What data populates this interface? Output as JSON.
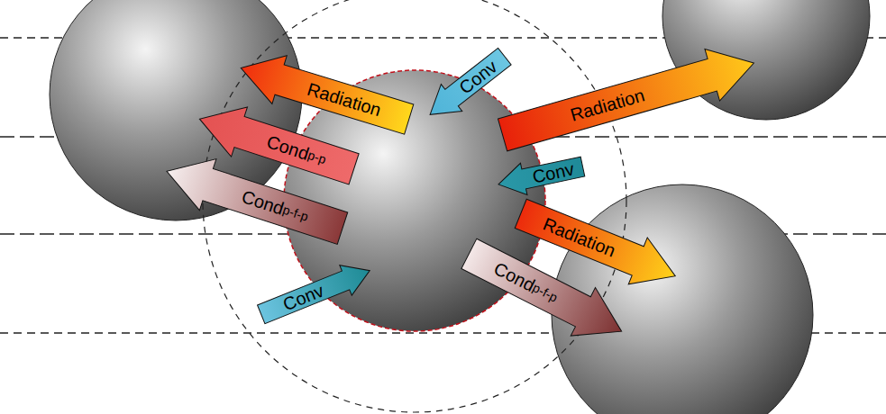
{
  "diagram": {
    "nodes": [
      {
        "text": [
          "Radiation"
        ]
      },
      {
        "text": [
          "Conv"
        ]
      },
      {
        "text": [
          "Radiation"
        ]
      },
      {
        "text": [
          "Cond",
          "p-p"
        ]
      },
      {
        "text": [
          "Conv"
        ]
      },
      {
        "text": [
          "Cond",
          "p-f-p"
        ]
      },
      {
        "text": [
          "Radiation"
        ]
      },
      {
        "text": [
          "Cond",
          "p-f-p"
        ]
      },
      {
        "text": [
          "Conv"
        ]
      }
    ]
  }
}
